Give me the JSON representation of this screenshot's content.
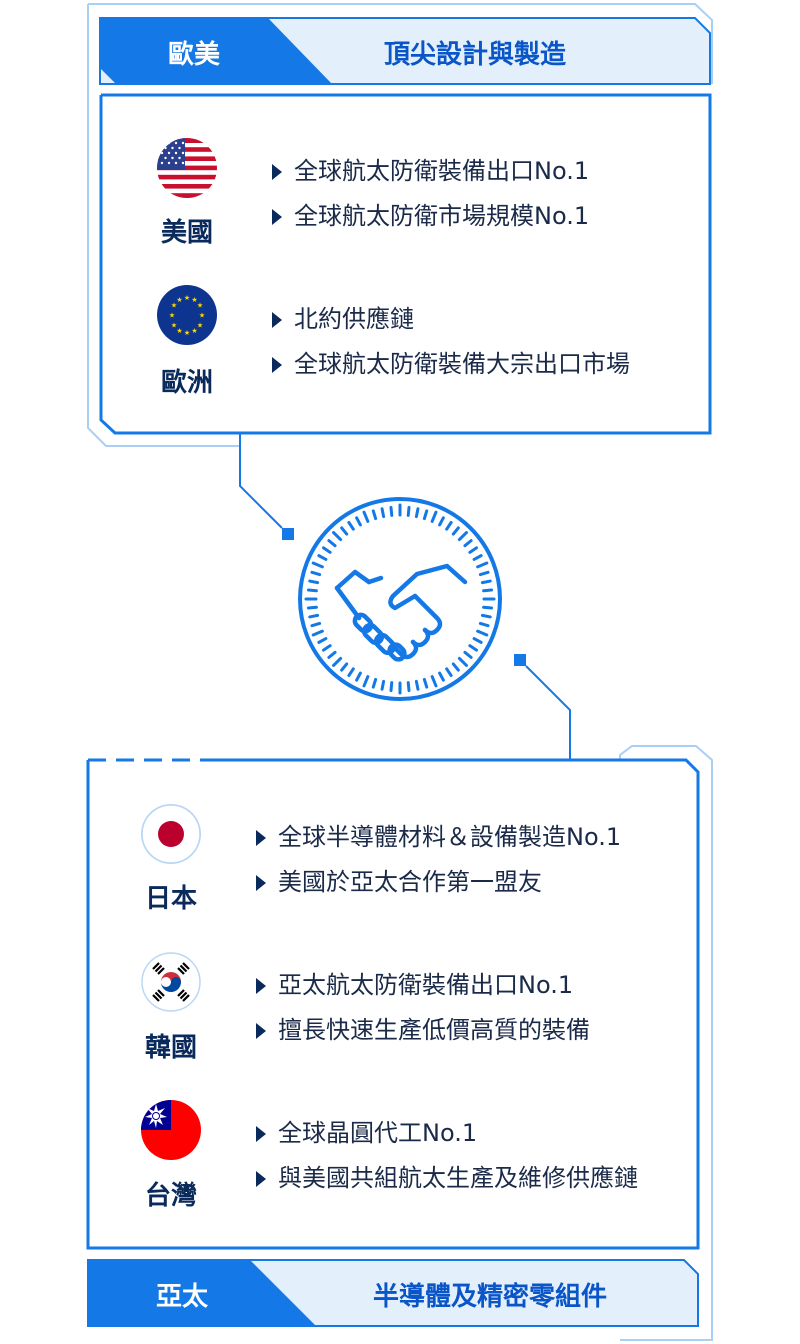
{
  "top": {
    "region": "歐美",
    "subtitle": "頂尖設計與製造",
    "countries": [
      {
        "name": "美國",
        "flag": "us-flag-icon",
        "items": [
          "全球航太防衛裝備出口No.1",
          "全球航太防衛市場規模No.1"
        ]
      },
      {
        "name": "歐洲",
        "flag": "eu-flag-icon",
        "items": [
          "北約供應鏈",
          "全球航太防衛裝備大宗出口市場"
        ]
      }
    ]
  },
  "center": {
    "icon": "handshake-icon"
  },
  "bottom": {
    "region": "亞太",
    "subtitle": "半導體及精密零組件",
    "countries": [
      {
        "name": "日本",
        "flag": "japan-flag-icon",
        "items": [
          "全球半導體材料＆設備製造No.1",
          "美國於亞太合作第一盟友"
        ]
      },
      {
        "name": "韓國",
        "flag": "korea-flag-icon",
        "items": [
          "亞太航太防衛裝備出口No.1",
          "擅長快速生產低價高質的裝備"
        ]
      },
      {
        "name": "台灣",
        "flag": "taiwan-flag-icon",
        "items": [
          "全球晶圓代工No.1",
          "與美國共組航太生產及維修供應鏈"
        ]
      }
    ]
  },
  "colors": {
    "accent": "#1479e6",
    "accent_light": "#a9cff5",
    "navy": "#0b2a5c",
    "tint": "#e3f0fc"
  }
}
